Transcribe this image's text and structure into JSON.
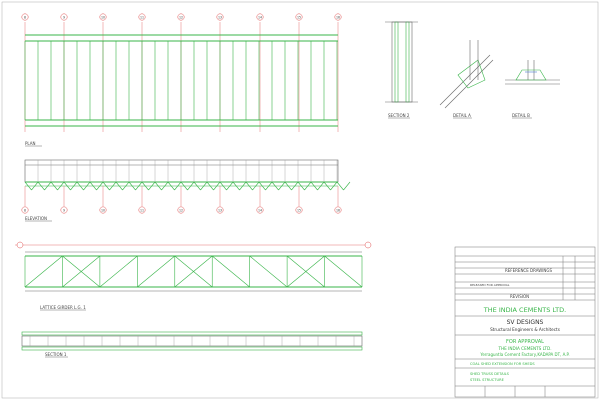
{
  "title_block": {
    "company": "THE INDIA CEMENTS LTD.",
    "firm": "SV DESIGNS",
    "firm_sub": "Structural Engineers & Architects",
    "status": "FOR APPROVAL",
    "client": "THE INDIA CEMENTS LTD.",
    "site": "Yerraguntla Cement Factory,KADAPA DT, A.P.",
    "project": "COAL SHED EXTENSION FOR SHEDS",
    "drawing_title_1": "SHED TRUSS DETAILS",
    "drawing_title_2": "STEEL STRUCTURE",
    "reference_drawings_label": "REFERENCE DRAWINGS",
    "revision_label": "REVISION",
    "revision_entry": "RELEASED FOR APPROVAL"
  },
  "view_labels": {
    "plan": "PLAN",
    "elevation": "ELEVATION",
    "lattice_girder": "LATTICE GIRDER L.G. 1 ",
    "section_1": "SECTION 1",
    "section_2": "SECTION 2",
    "detail_a": "DETAIL A",
    "detail_b": "DETAIL B"
  },
  "grid_labels": [
    "8",
    "9",
    "10",
    "11",
    "12",
    "13",
    "14",
    "15",
    "16"
  ],
  "colors": {
    "member_green": "#39b54a",
    "grid_red": "#e05050",
    "line_grey": "#6a6a6a",
    "accent_blue": "#4a7bd0"
  }
}
